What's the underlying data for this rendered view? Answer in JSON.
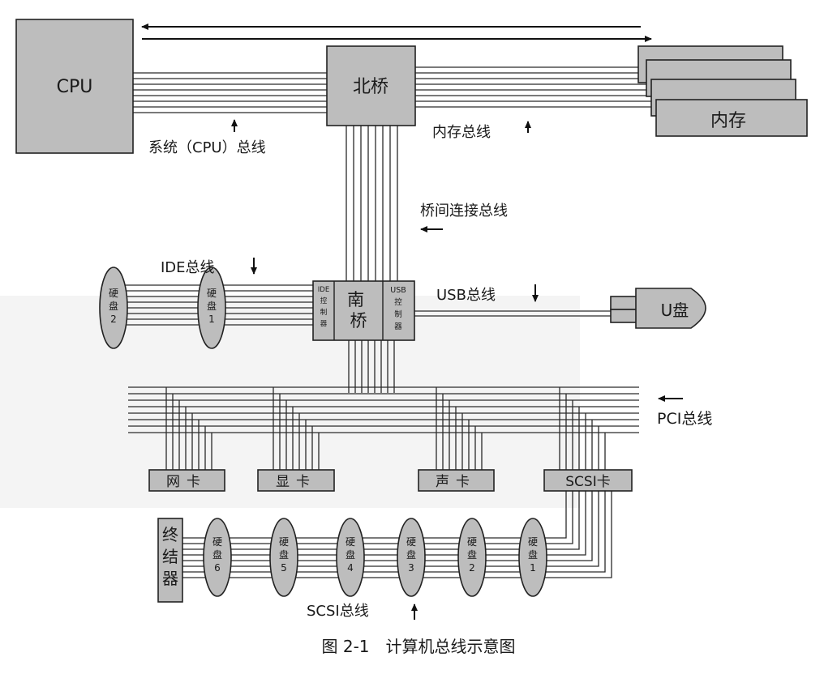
{
  "components": {
    "cpu": "CPU",
    "north_bridge": "北桥",
    "memory": "内存",
    "south_bridge": "南\n桥",
    "ide_controller": "IDE\n控\n制\n器",
    "usb_controller": "USB\n控\n制\n器",
    "usb_drive": "U盘",
    "network_card": "网卡",
    "graphics_card": "显卡",
    "sound_card": "声卡",
    "scsi_card": "SCSI卡",
    "terminator": "终\n结\n器"
  },
  "ide_disks": [
    "硬\n盘\n2",
    "硬\n盘\n1"
  ],
  "scsi_disks": [
    "硬\n盘\n6",
    "硬\n盘\n5",
    "硬\n盘\n4",
    "硬\n盘\n3",
    "硬\n盘\n2",
    "硬\n盘\n1"
  ],
  "buses": {
    "system_bus": "系统（CPU）总线",
    "memory_bus": "内存总线",
    "bridge_bus": "桥间连接总线",
    "ide_bus": "IDE总线",
    "usb_bus": "USB总线",
    "pci_bus": "PCI总线",
    "scsi_bus": "SCSI总线"
  },
  "caption": "图 2-1　计算机总线示意图"
}
